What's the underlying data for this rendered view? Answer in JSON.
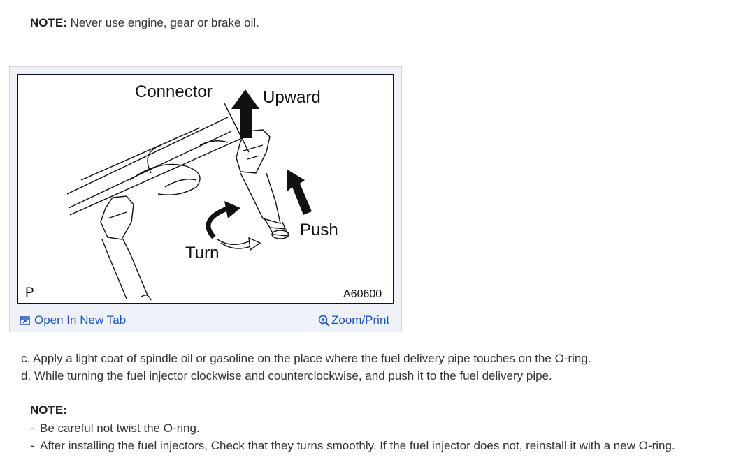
{
  "note_top": {
    "label": "NOTE:",
    "text": "Never use engine, gear or brake oil."
  },
  "figure": {
    "labels": {
      "connector": "Connector",
      "upward": "Upward",
      "push": "Push",
      "turn": "Turn",
      "corner": "P",
      "code": "A60600"
    },
    "open_tab": "Open In New Tab",
    "zoom_print": "Zoom/Print"
  },
  "steps": [
    "c. Apply a light coat of spindle oil or gasoline on the place where the fuel delivery pipe touches on the O-ring.",
    "d. While turning the fuel injector clockwise and counterclockwise, and push it to the fuel delivery pipe."
  ],
  "note_bottom": {
    "label": "NOTE:",
    "bullet_char": "-",
    "items": [
      "Be careful not twist the O-ring.",
      "After installing the fuel injectors, Check that they turns smoothly. If the fuel injector does not, reinstall it with a new O-ring."
    ]
  },
  "colors": {
    "link": "#1a56b8",
    "figure_bar": "#eef1f8",
    "text": "#333333"
  }
}
